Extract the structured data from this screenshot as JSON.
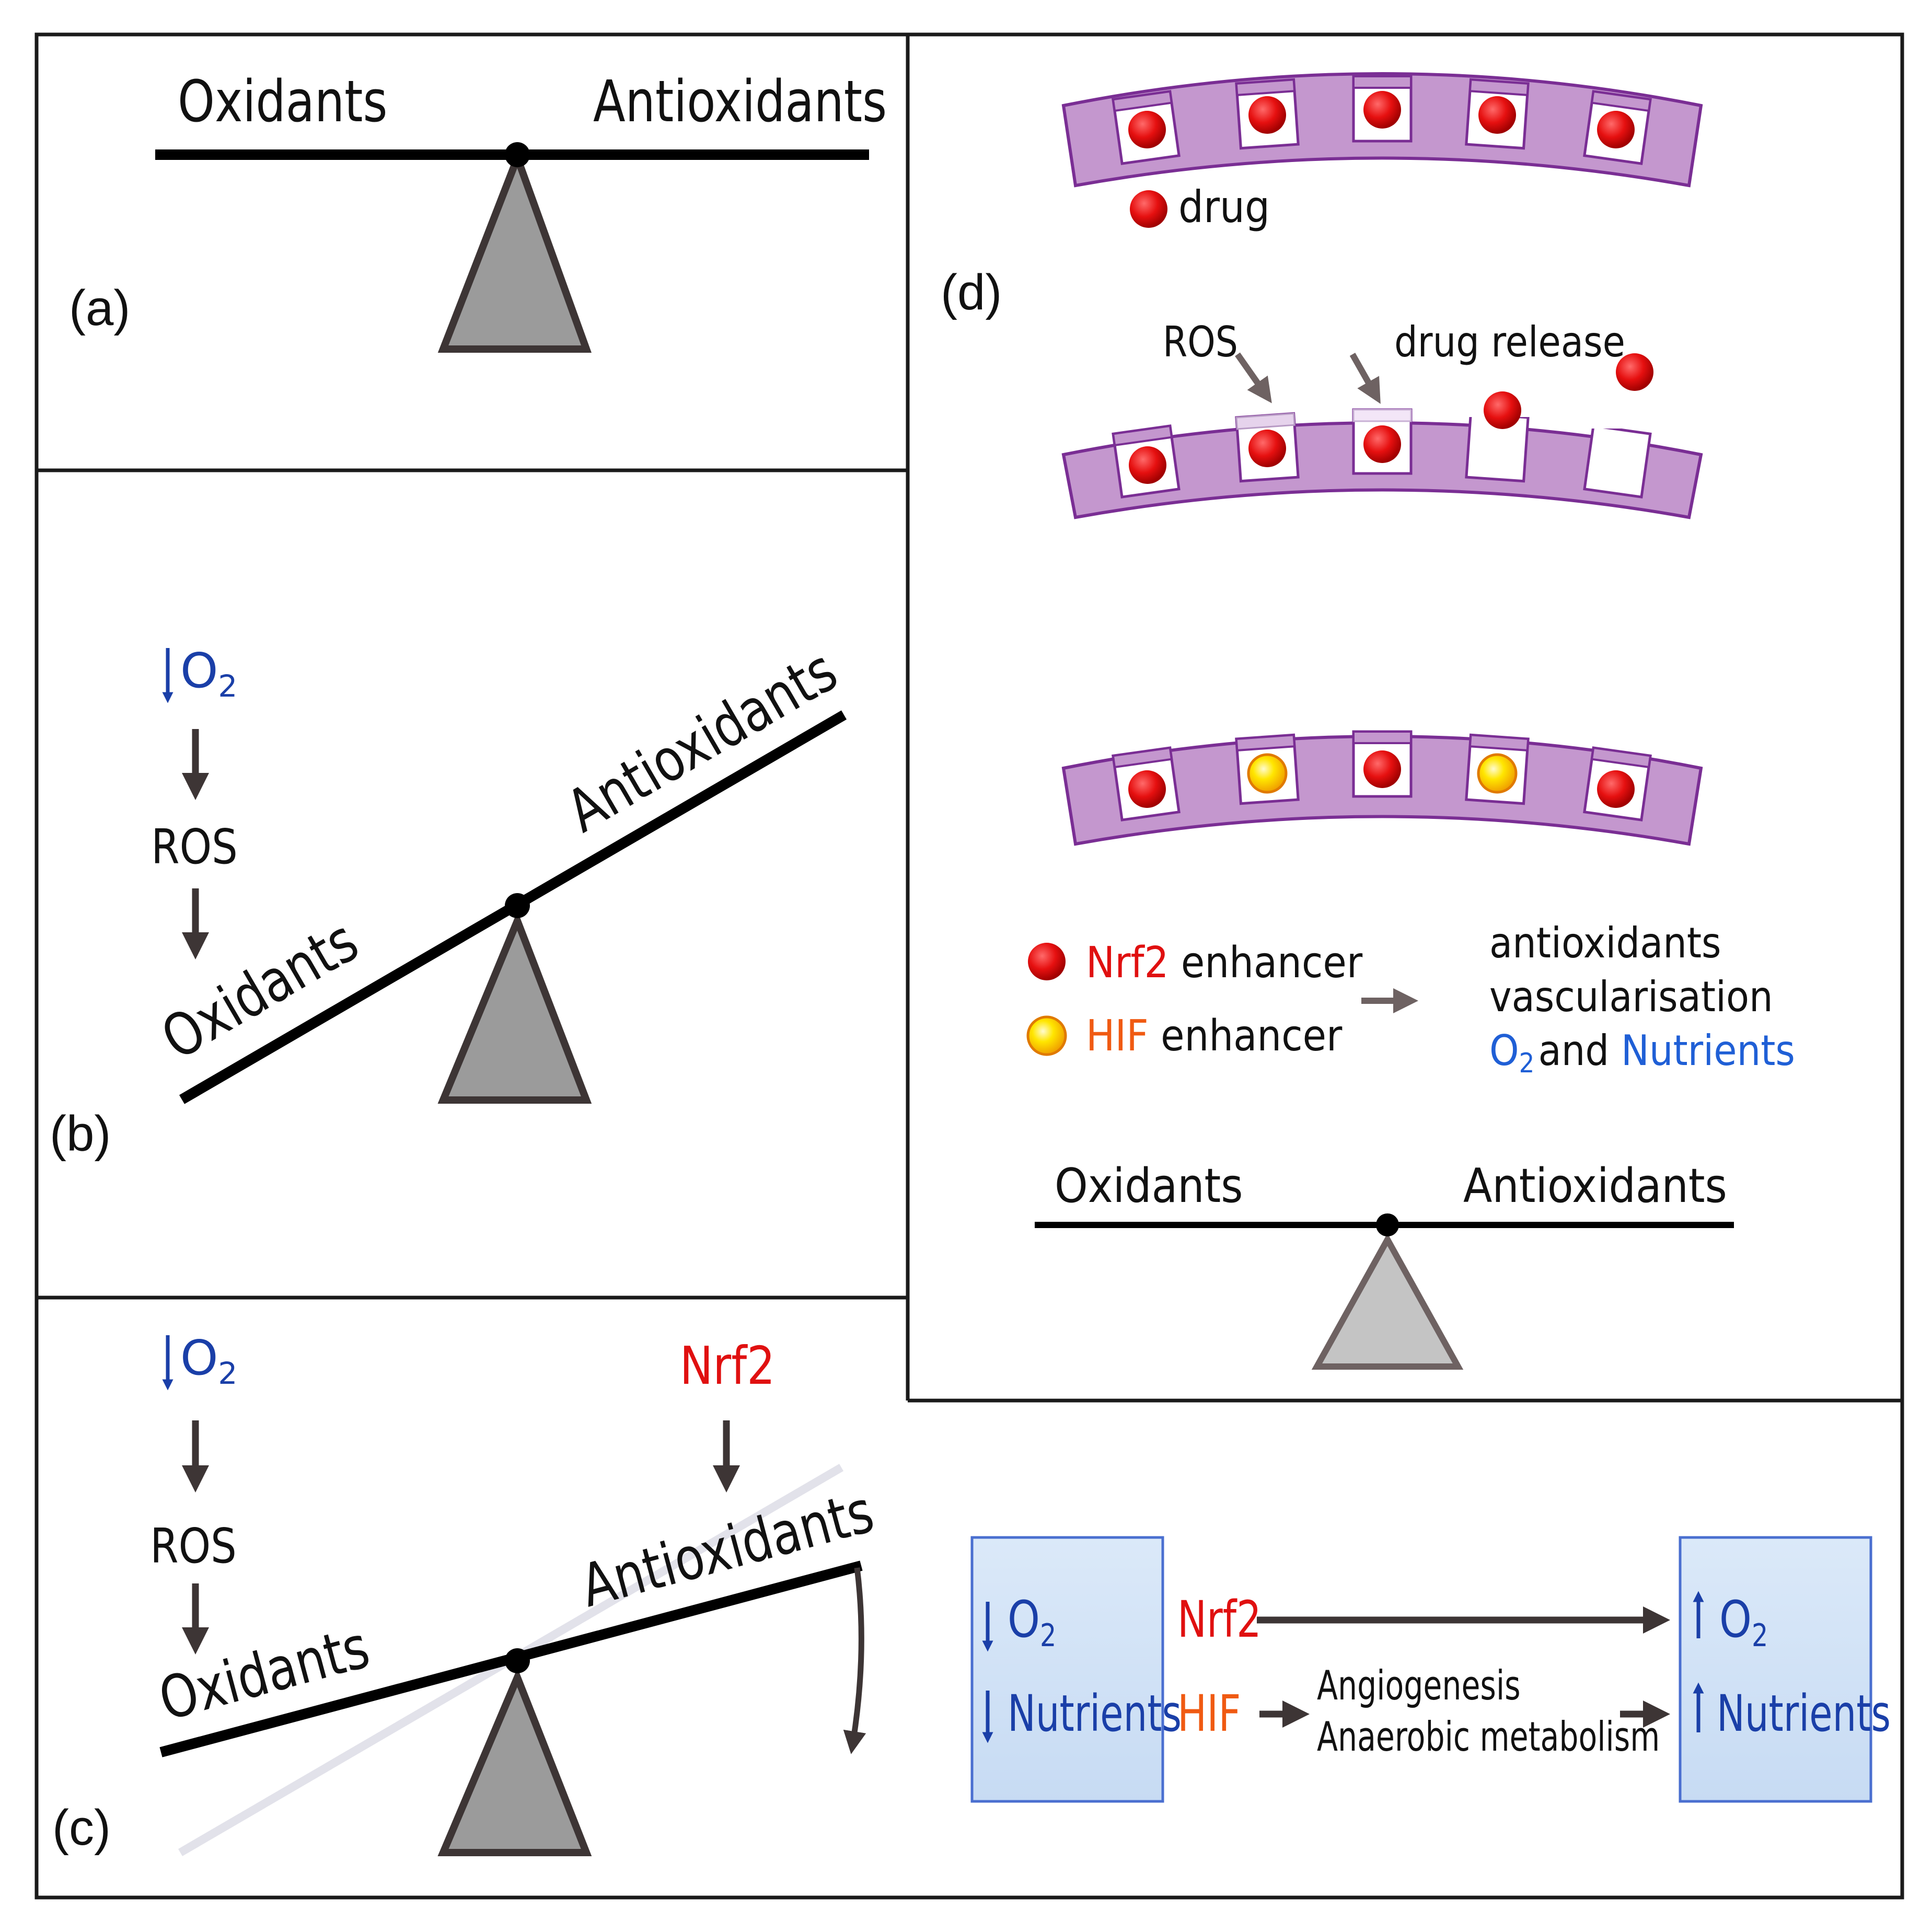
{
  "panel_a": {
    "label": "(a)",
    "oxidants": "Oxidants",
    "antioxidants": "Antioxidants"
  },
  "panel_b": {
    "label": "(b)",
    "o2": "O",
    "o2_sub": "2",
    "ros": "ROS",
    "oxidants": "Oxidants",
    "antioxidants": "Antioxidants"
  },
  "panel_c": {
    "label": "(c)",
    "o2": "O",
    "o2_sub": "2",
    "ros": "ROS",
    "nrf2": "Nrf2",
    "oxidants": "Oxidants",
    "antioxidants": "Antioxidants"
  },
  "panel_d": {
    "label": "(d)",
    "drug_legend": "drug",
    "ros": "ROS",
    "drug_release": "drug release",
    "legend_nrf2_name": "Nrf2",
    "legend_nrf2_rest": " enhancer",
    "legend_hif_name": "HIF",
    "legend_hif_rest": " enhancer",
    "effect_antioxidants": "antioxidants",
    "effect_vascularisation": "vascularisation",
    "effect_o2": "O",
    "effect_o2_sub": "2",
    "effect_and": "and",
    "effect_nutrients": "Nutrients",
    "oxidants": "Oxidants",
    "antioxidants": "Antioxidants"
  },
  "panel_e": {
    "left_o2": "O",
    "left_o2_sub": "2",
    "left_nutrients": "Nutrients",
    "nrf2": "Nrf2",
    "hif": "HIF",
    "angiogenesis": "Angiogenesis",
    "anaerobic": "Anaerobic metabolism",
    "right_o2": "O",
    "right_o2_sub": "2",
    "right_nutrients": "Nutrients"
  },
  "colors": {
    "frame": "#1a1a1a",
    "beam": "#000000",
    "fulcrum_fill": "#9b9b9b",
    "fulcrum_stroke": "#3d3535",
    "arrow": "#3d3535",
    "blue": "#1a3fa8",
    "bright_blue": "#1f5fd6",
    "red": "#e01010",
    "orange": "#f05a12",
    "carrier_fill": "#c497ce",
    "carrier_stroke": "#7a2e94",
    "drug_red": "#e61010",
    "drug_yellow": "#ffe000",
    "box_fill": "#d3e4f7",
    "box_stroke": "#4a6fd0"
  }
}
